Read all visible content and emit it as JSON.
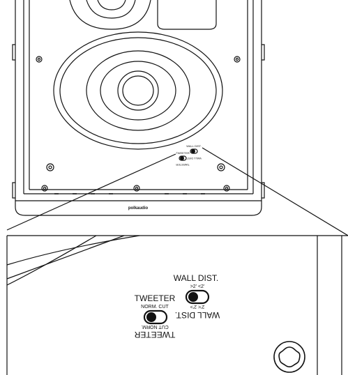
{
  "colors": {
    "ink": "#111111",
    "paper": "#ffffff"
  },
  "brand": {
    "logo": "polkaudio"
  },
  "tweeter_switch": {
    "title": "TWEETER",
    "options": "NORM. CUT",
    "options_inverted": "CUT NORM.",
    "title_inverted": "TWEETER"
  },
  "wall_switch": {
    "title": "WALL DIST.",
    "options": ">2'  <2'",
    "options_inverted": "2'<  2'>",
    "title_inverted": "WALL DIST."
  },
  "icons": [
    "tweeter-toggle-switch-icon",
    "wall-distance-toggle-switch-icon",
    "binding-post-icon",
    "mounting-screw-icon"
  ]
}
